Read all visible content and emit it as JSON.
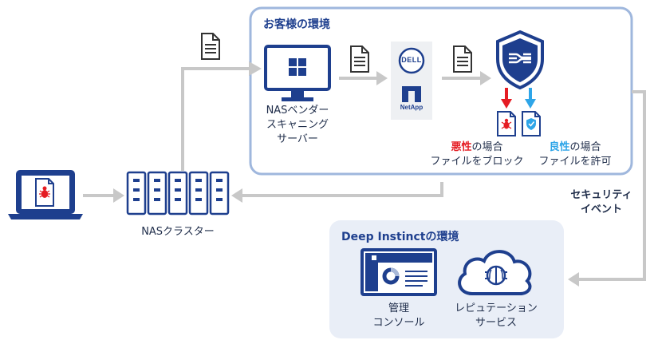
{
  "customer_env": {
    "title": "お客様の環境",
    "nas_vendor_server_label": [
      "NASベンダー",
      "スキャニング",
      "サーバー"
    ],
    "vendor_logos": [
      "DELL",
      "NetApp"
    ],
    "malicious": {
      "keyword": "悪性",
      "suffix": "の場合",
      "line2": "ファイルをブロック"
    },
    "benign": {
      "keyword": "良性",
      "suffix": "の場合",
      "line2": "ファイルを許可"
    }
  },
  "nas_cluster_label": "NASクラスター",
  "security_event_label": [
    "セキュリティ",
    "イベント"
  ],
  "deep_instinct_env": {
    "title": "Deep Instinctの環境",
    "mgmt_console_label": [
      "管理",
      "コンソール"
    ],
    "reputation_label": [
      "レピュテーション",
      "サービス"
    ]
  },
  "colors": {
    "navy": "#1e3f8e",
    "box_border": "#9fb7dd",
    "box_fill": "#e9eef7",
    "arrow_gray": "#c8c8c8",
    "red": "#e51c23",
    "light_blue": "#2ea5e8"
  }
}
